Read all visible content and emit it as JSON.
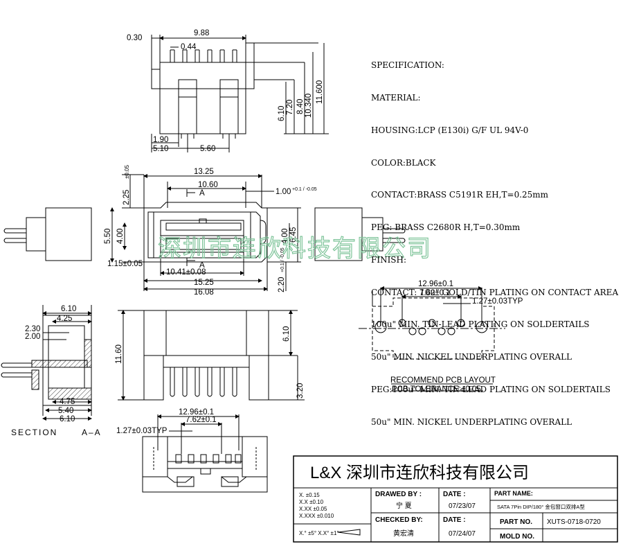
{
  "spec": {
    "lines": [
      "SPECIFICATION:",
      "MATERIAL:",
      "HOUSING:LCP (E130i) G/F UL 94V-0",
      "COLOR:BLACK",
      "CONTACT:BRASS C5191R EH,T=0.25mm",
      "PEG: BRASS C2680R H,T=0.30mm",
      "FINISH:",
      "CONTACT: 10u\" GOLD/TIN PLATING ON CONTACT AREA",
      "100u\" MIN. TIN-LEAD PLATING ON SOLDERTAILS",
      "50u\" MIN. NICKEL UNDERPLATING OVERALL",
      "PEG:100u\" MIN. TIN-LEAD PLATING ON SOLDERTAILS",
      "50u\" MIN. NICKEL UNDERPLATING OVERALL"
    ]
  },
  "top_view": {
    "d_030": "0.30",
    "d_988": "9.88",
    "d_044": "0.44",
    "d_190": "1.90",
    "d_510": "5.10",
    "d_560": "5.60",
    "d_610": "6.10",
    "d_720": "7.20",
    "d_840": "8.40",
    "d_10340": "10.340",
    "d_11600": "11.600"
  },
  "front_view": {
    "d_1325": "13.25",
    "d_1060": "10.60",
    "d_100": "1.00",
    "tol_100": "+0.1 / -0.05",
    "d_225": "2.25",
    "tol_225": "±0.05",
    "d_550": "5.50",
    "d_400": "4.00",
    "d_645": "6.45",
    "d_400r": "4.00",
    "d_115": "1.15±0.05",
    "d_1041": "10.41±0.08",
    "d_1525": "15.25",
    "d_1608": "16.08",
    "d_220": "2.20",
    "tol_220": "+0.1 / -0.05",
    "label_a": "A"
  },
  "side_view": {
    "d_1160": "11.60",
    "d_610": "6.10",
    "d_320": "3.20"
  },
  "section": {
    "d_610": "6.10",
    "d_425": "4.25",
    "d_230": "2.30",
    "d_200": "2.00",
    "d_475": "4.75",
    "d_540": "5.40",
    "d_610b": "6.10",
    "title": "SECTION",
    "title_suffix": "A–A"
  },
  "bottom_view": {
    "d_1296": "12.96±0.1",
    "d_762": "7.62±0.1",
    "d_127": "1.27±0.03TYP"
  },
  "pcb": {
    "d_1296": "12.96±0.1",
    "d_762": "7.62±0.1",
    "d_127": "1.27±0.03TYP",
    "title": "RECOMMEND PCB LAYOUT",
    "tolerance": "PCB TOLERANCE:±0.05"
  },
  "watermark": "深圳市连欣科技有限公司",
  "title_block": {
    "company": "L&X  深圳市连欣科技有限公司",
    "tolerances": [
      "X.       ±0.15",
      "X.X      ±0.10",
      "X.XX     ±0.05",
      "X.XXX    ±0.010"
    ],
    "angle_tol": "X.° ±5°    X.X° ±1°",
    "drawn_by_label": "DRAWED BY :",
    "drawn_by": "宁 夏",
    "checked_by_label": "CHECKED BY:",
    "checked_by": "黄宏清",
    "date_label": "DATE :",
    "date1": "07/23/07",
    "date2_label": "DATE :",
    "date2": "07/24/07",
    "part_name_label": "PART NAME:",
    "part_name": "SATA 7Pin DIP/180° 金包窗口双排A型",
    "part_no_label": "PART NO.",
    "part_no": "XUTS-0718-0720",
    "mold_no_label": "MOLD NO."
  }
}
